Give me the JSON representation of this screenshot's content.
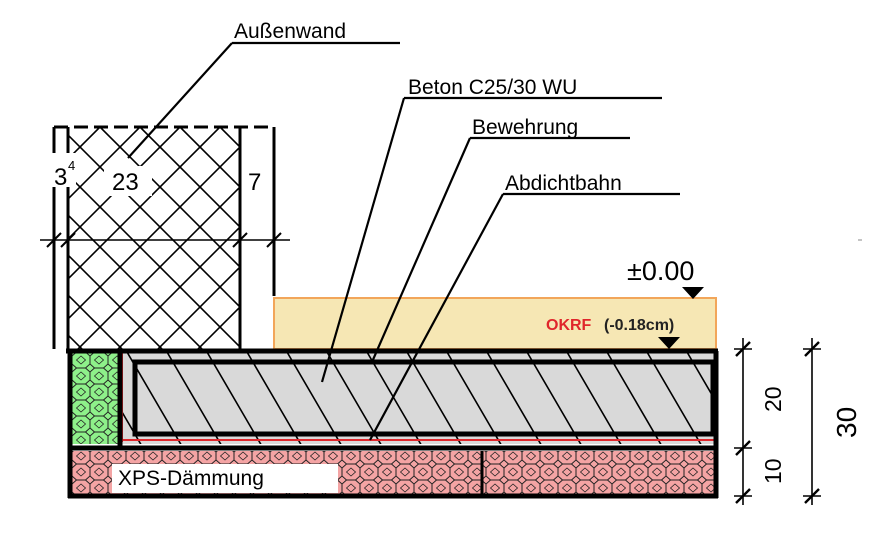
{
  "labels": {
    "aussenwand": "Außenwand",
    "beton": "Beton C25/30 WU",
    "bewehrung": "Bewehrung",
    "abdichtbahn": "Abdichtbahn",
    "xps": "XPS-Dämmung"
  },
  "wall_dims": {
    "left_base": "3",
    "left_sup": "4",
    "middle": "23",
    "right": "7"
  },
  "level": {
    "zero": "±0.00",
    "okrf_tag": "OKRF",
    "okrf_value": "(-0.18cm)"
  },
  "vertical_dims": {
    "slab": "20",
    "insulation": "10",
    "total": "30"
  },
  "colors": {
    "screed": "#f6e7b4",
    "screed_border": "#f2a65a",
    "concrete": "#d9d9d9",
    "xps": "#f4a4a4",
    "green_insulation": "#8ef08a",
    "okrf_red": "#e0262b",
    "waterproofing": "#e0262b"
  }
}
